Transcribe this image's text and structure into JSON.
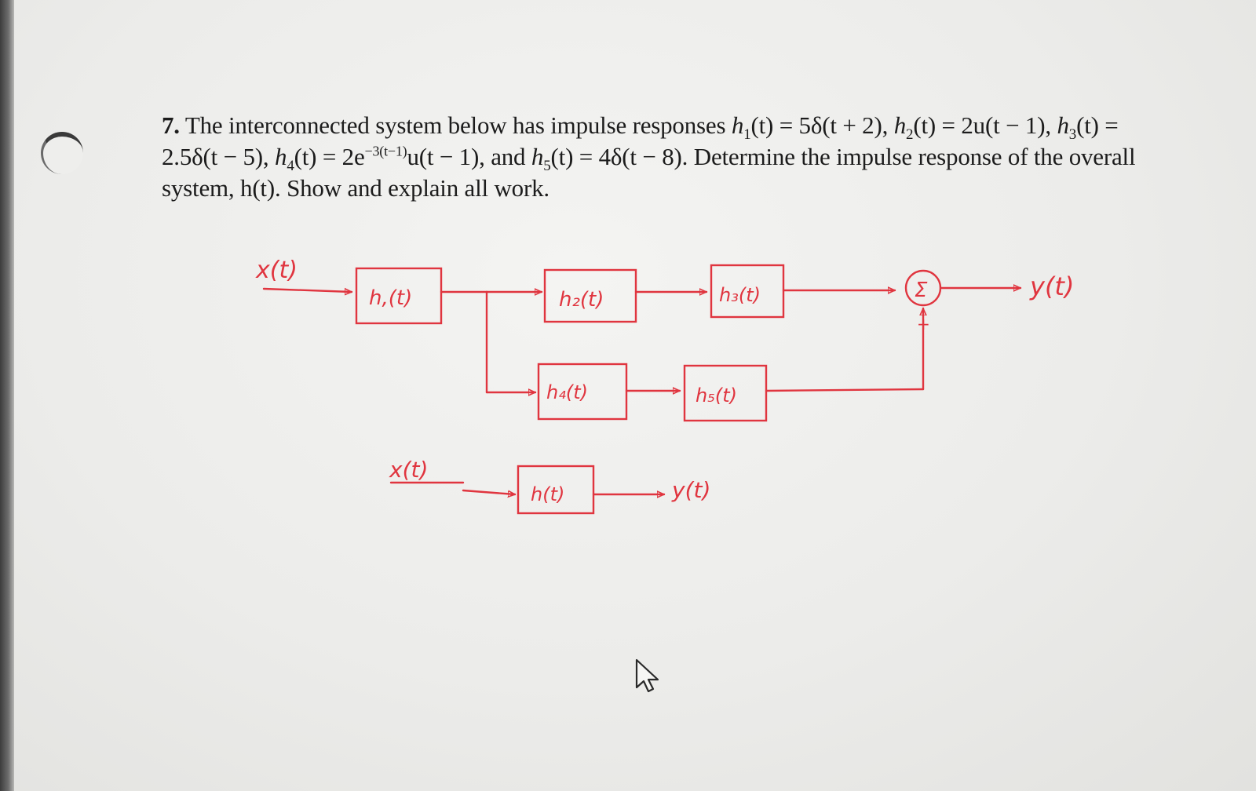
{
  "problem": {
    "number": "7.",
    "intro": "The interconnected system below has impulse responses",
    "h1_name": "h",
    "h1_sub": "1",
    "h1_expr": "(t) = 5δ(t + 2),",
    "h2_name": "h",
    "h2_sub": "2",
    "h2_expr": "(t) = 2u(t − 1),",
    "h3_name": "h",
    "h3_sub": "3",
    "h3_expr": "(t) = 2.5δ(t − 5),",
    "h4_name": "h",
    "h4_sub": "4",
    "h4_expr_pre": "(t) = 2e",
    "h4_exp": "−3(t−1)",
    "h4_expr_post": "u(t − 1), and",
    "h5_name": "h",
    "h5_sub": "5",
    "h5_expr": "(t) = 4δ(t − 8).",
    "closing": "Determine the impulse response of the overall system, h(t). Show and explain all work."
  },
  "diagram": {
    "input_label": "x(t)",
    "output_label": "y(t)",
    "blocks": {
      "h1": "h,(t)",
      "h2": "h₂(t)",
      "h3": "h₃(t)",
      "h4": "h₄(t)",
      "h5": "h₅(t)"
    },
    "summer_symbol": "Σ",
    "summer_sign": "+",
    "equivalent": {
      "input_label": "x(t)",
      "block_label": "h(t)",
      "output_label": "y(t)"
    },
    "ink_color": "#e0353f"
  },
  "icons": {
    "cursor": "mouse-pointer-icon"
  }
}
